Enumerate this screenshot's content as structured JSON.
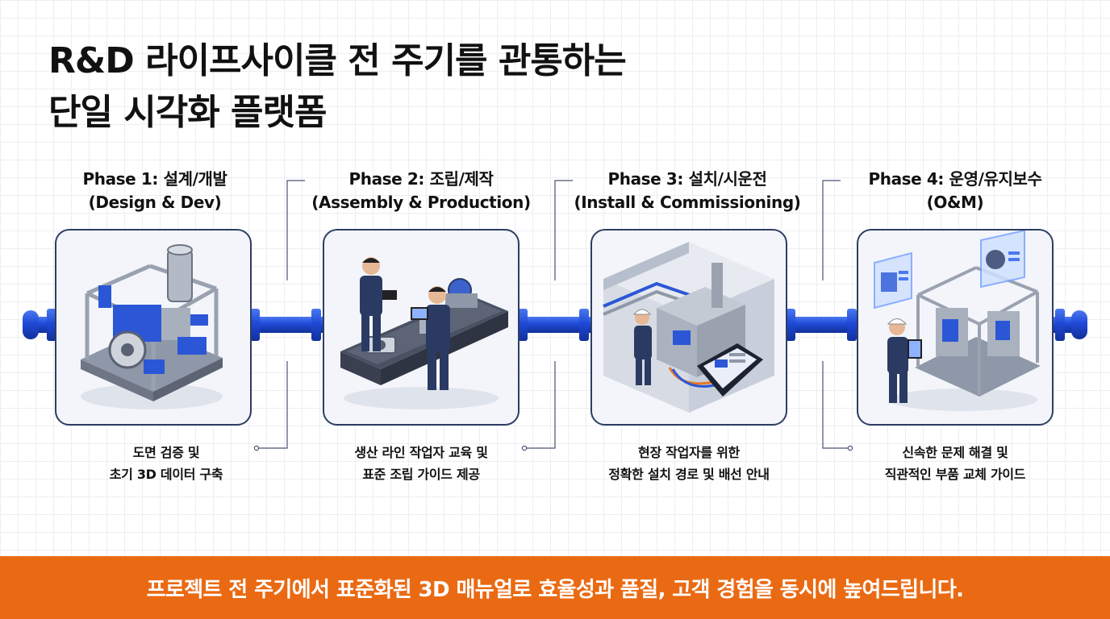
{
  "title": {
    "line1": "R&D 라이프사이클 전 주기를 관통하는",
    "line2": "단일 시각화 플랫폼"
  },
  "phases": [
    {
      "heading": "Phase 1: 설계/개발",
      "subheading": "(Design & Dev)",
      "caption1": "도면 검증 및",
      "caption2": "초기 3D 데이터 구축"
    },
    {
      "heading": "Phase 2: 조립/제작",
      "subheading": "(Assembly & Production)",
      "caption1": "생산 라인 작업자 교육 및",
      "caption2": "표준 조립 가이드 제공"
    },
    {
      "heading": "Phase 3: 설치/시운전",
      "subheading": "(Install & Commissioning)",
      "caption1": "현장 작업자를 위한",
      "caption2": "정확한 설치 경로 및 배선 안내"
    },
    {
      "heading": "Phase 4: 운영/유지보수",
      "subheading": "(O&M)",
      "caption1": "신속한 문제 해결 및",
      "caption2": "직관적인 부품 교체 가이드"
    }
  ],
  "banner": {
    "text": "프로젝트 전 주기에서 표준화된 3D 매뉴얼로 효율성과 품질, 고객 경험을 동시에 높여드립니다."
  },
  "colors": {
    "pipe": "#1f49d6",
    "card_border": "#2d3e63",
    "banner": "#ea6a13",
    "worker_navy": "#2a3a63"
  },
  "icons": [
    "machine-frame-illustration",
    "assembly-line-workers-illustration",
    "commissioning-room-illustration",
    "maintenance-worker-illustration"
  ]
}
